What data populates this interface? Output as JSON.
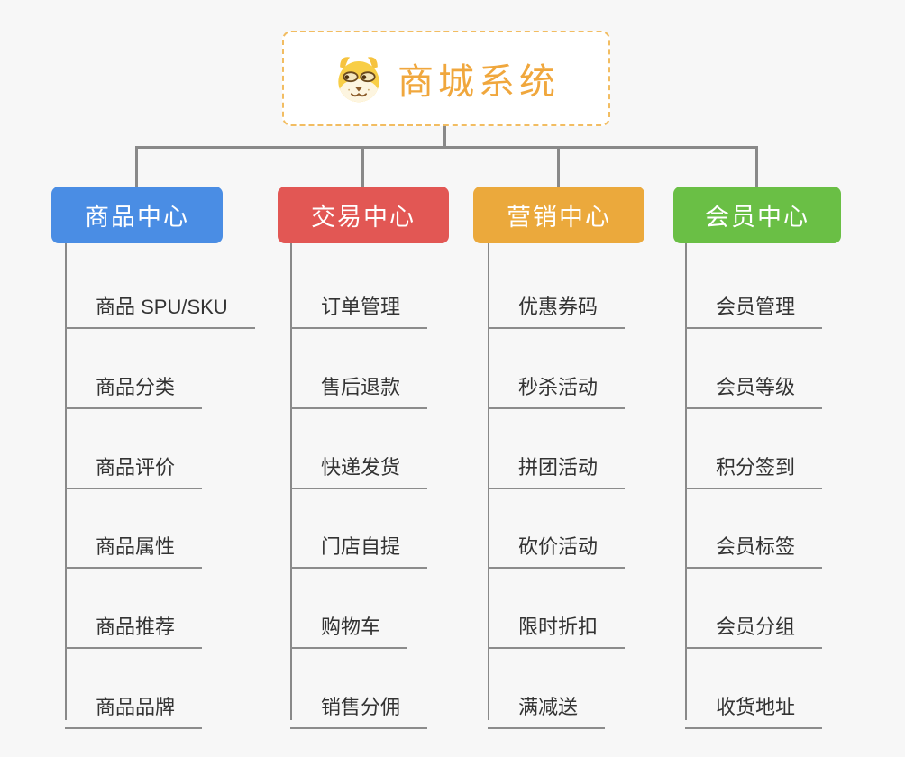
{
  "root": {
    "title": "商城系统",
    "icon": "shiba-dog-icon"
  },
  "branches": [
    {
      "label": "商品中心",
      "color": "#4a8de4",
      "children": [
        "商品 SPU/SKU",
        "商品分类",
        "商品评价",
        "商品属性",
        "商品推荐",
        "商品品牌"
      ]
    },
    {
      "label": "交易中心",
      "color": "#e25754",
      "children": [
        "订单管理",
        "售后退款",
        "快递发货",
        "门店自提",
        "购物车",
        "销售分佣"
      ]
    },
    {
      "label": "营销中心",
      "color": "#eba93c",
      "children": [
        "优惠券码",
        "秒杀活动",
        "拼团活动",
        "砍价活动",
        "限时折扣",
        "满减送"
      ]
    },
    {
      "label": "会员中心",
      "color": "#6abf45",
      "children": [
        "会员管理",
        "会员等级",
        "积分签到",
        "会员标签",
        "会员分组",
        "收货地址"
      ]
    }
  ],
  "colors": {
    "background": "#f7f7f7",
    "connector": "#898989",
    "root_text": "#f0a73d",
    "root_border": "#f2bd62",
    "leaf_text": "#333333"
  }
}
